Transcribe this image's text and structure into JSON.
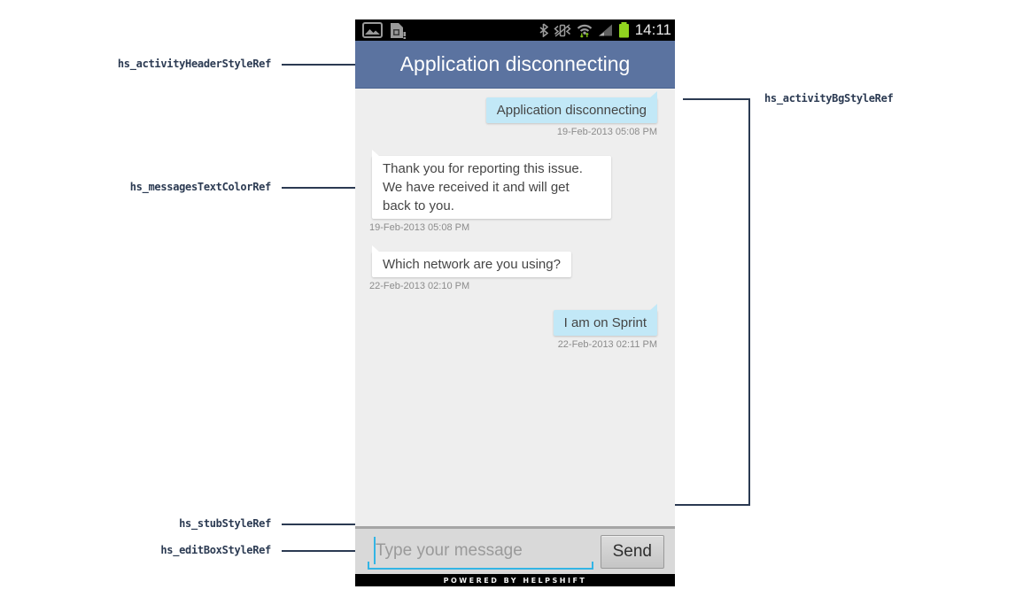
{
  "annotations": {
    "activity_header": "hs_activityHeaderStyleRef",
    "messages_text_color": "hs_messagesTextColorRef",
    "stub": "hs_stubStyleRef",
    "edit_box": "hs_editBoxStyleRef",
    "activity_bg": "hs_activityBgStyleRef"
  },
  "phone": {
    "status_bar": {
      "time": "14:11",
      "icons": [
        "gallery-icon",
        "sim-alert-icon",
        "bluetooth-icon",
        "vibrate-off-icon",
        "wifi-icon",
        "signal-icon",
        "battery-icon"
      ]
    },
    "header": {
      "title": "Application disconnecting"
    },
    "chat": {
      "messages": [
        {
          "sender": "user",
          "text": "Application disconnecting",
          "timestamp": "19-Feb-2013 05:08 PM"
        },
        {
          "sender": "agent",
          "text": "Thank you for reporting this issue. We have received it and will get back to you.",
          "timestamp": "19-Feb-2013 05:08 PM"
        },
        {
          "sender": "agent",
          "text": "Which network are you using?",
          "timestamp": "22-Feb-2013 02:10 PM"
        },
        {
          "sender": "user",
          "text": "I am on Sprint",
          "timestamp": "22-Feb-2013 02:11 PM"
        }
      ]
    },
    "composer": {
      "placeholder": "Type your message",
      "send_label": "Send"
    },
    "footer": {
      "text": "POWERED BY HELPSHIFT"
    }
  },
  "colors": {
    "annotation": "#2b3a52",
    "header_bg": "#5b73a0",
    "chat_bg": "#eeeeee",
    "user_bubble": "#c2e8f7",
    "agent_bubble": "#ffffff",
    "message_text": "#454545",
    "timestamp_text": "#8c8c8c",
    "underline_blue": "#33b5e5",
    "battery_green": "#90d41f",
    "status_icon_gray": "#9a9a9a"
  }
}
